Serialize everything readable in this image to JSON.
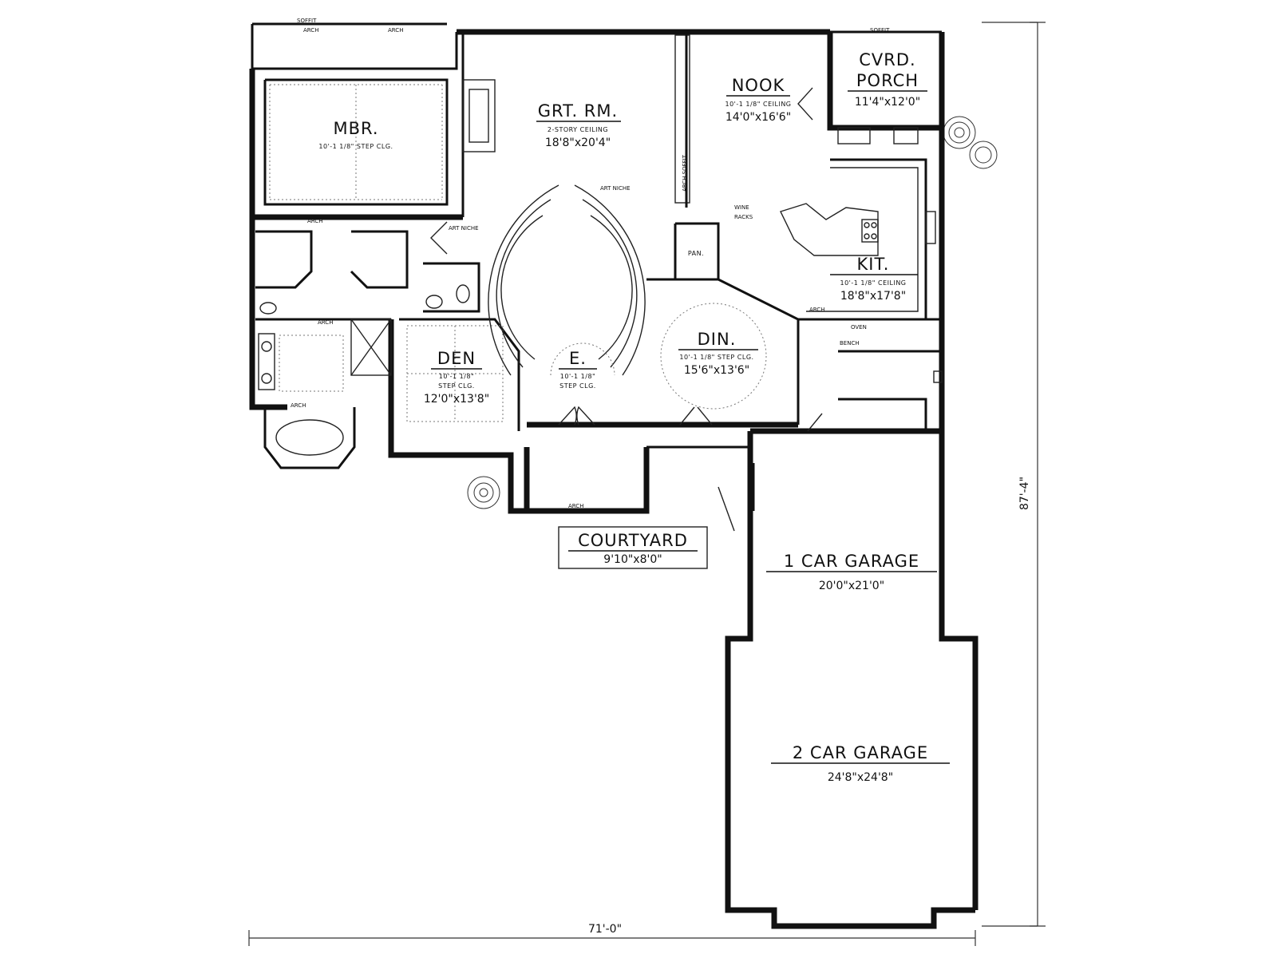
{
  "rooms": {
    "mbr": {
      "name": "MBR.",
      "note": "10'-1 1/8\" STEP CLG."
    },
    "great_room": {
      "name": "GRT. RM.",
      "note": "2-STORY CEILING",
      "size": "18'8\"x20'4\""
    },
    "nook": {
      "name": "NOOK",
      "note": "10'-1 1/8\" CEILING",
      "size": "14'0\"x16'6\""
    },
    "covered_porch": {
      "name_line1": "CVRD.",
      "name_line2": "PORCH",
      "size": "11'4\"x12'0\""
    },
    "kitchen": {
      "name": "KIT.",
      "note": "10'-1 1/8\" CEILING",
      "size": "18'8\"x17'8\""
    },
    "dining": {
      "name": "DIN.",
      "note": "10'-1 1/8\" STEP CLG.",
      "size": "15'6\"x13'6\""
    },
    "den": {
      "name": "DEN",
      "note_line1": "10'-1 1/8\"",
      "note_line2": "STEP CLG.",
      "size": "12'0\"x13'8\""
    },
    "entry": {
      "name": "E.",
      "note_line1": "10'-1 1/8\"",
      "note_line2": "STEP CLG."
    },
    "courtyard": {
      "name": "COURTYARD",
      "size": "9'10\"x8'0\""
    },
    "garage_1": {
      "name": "1 CAR GARAGE",
      "size": "20'0\"x21'0\""
    },
    "garage_2": {
      "name": "2 CAR GARAGE",
      "size": "24'8\"x24'8\""
    },
    "pantry": {
      "name": "PAN."
    }
  },
  "annotations": {
    "arch": "ARCH",
    "art_niche": "ART NICHE",
    "soffit": "SOFFIT",
    "wine_racks_line1": "WINE",
    "wine_racks_line2": "RACKS",
    "oven": "OVEN",
    "bench": "BENCH",
    "arch_soffit": "ARCH SOFFIT"
  },
  "dimensions": {
    "width": "71'-0\"",
    "depth": "87'-4\""
  }
}
